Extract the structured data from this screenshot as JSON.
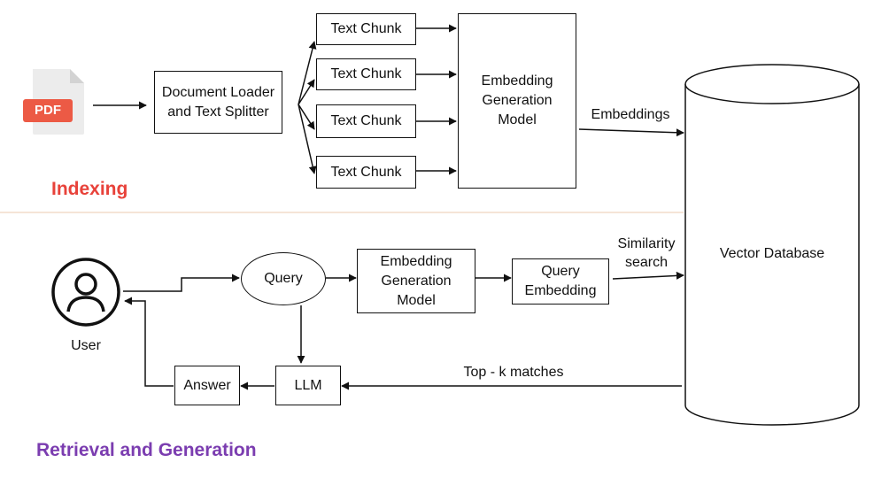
{
  "colors": {
    "indexing_title": "#e8423a",
    "retrieval_title": "#7b3db0",
    "pdf_badge": "#ec5a45",
    "pdf_page": "#ececec",
    "pdf_fold": "#d3d3d3",
    "divider": "#efd3bf"
  },
  "indexing": {
    "title": "Indexing",
    "pdf_icon_label": "PDF",
    "loader": "Document Loader and Text Splitter",
    "chunks": [
      "Text Chunk",
      "Text Chunk",
      "Text Chunk",
      "Text Chunk"
    ],
    "embedding_model": "Embedding Generation Model",
    "embeddings_label": "Embeddings"
  },
  "vector_db": {
    "label": "Vector Database"
  },
  "retrieval": {
    "title": "Retrieval and Generation",
    "user_label": "User",
    "user_icon": "user-icon",
    "query": "Query",
    "embedding_model": "Embedding Generation Model",
    "query_embedding": "Query Embedding",
    "similarity_label": "Similarity search",
    "top_k_label": "Top - k matches",
    "llm": "LLM",
    "answer": "Answer"
  }
}
